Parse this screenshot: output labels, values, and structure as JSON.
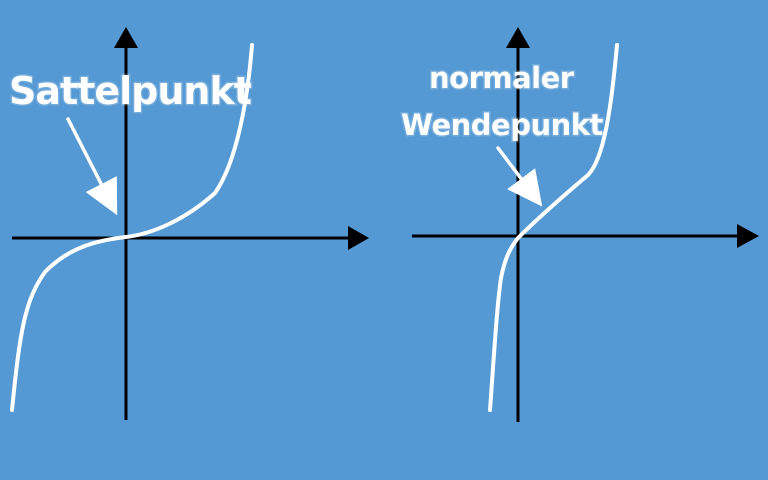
{
  "diagrams": [
    {
      "label": "Sattelpunkt"
    },
    {
      "label_lines": [
        "normaler",
        "Wendepunkt"
      ]
    }
  ],
  "colors": {
    "background": "#5499d4",
    "axis": "#000000",
    "curve": "#ffffff",
    "text": "#ffffff",
    "pointer": "#ffffff"
  }
}
